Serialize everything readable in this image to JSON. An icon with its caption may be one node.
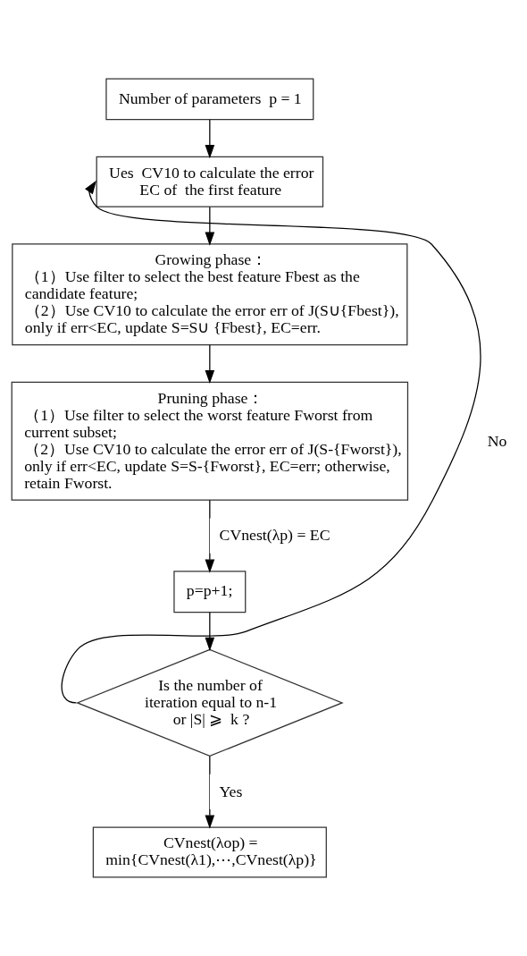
{
  "diagram": {
    "nodes": [
      {
        "text": [
          "Number of parameters  p = 1"
        ]
      },
      {
        "text": [
          "Ues  CV10 to calculate the error EC of  the first feature"
        ]
      },
      {
        "text": [
          "Growing phase：",
          "（1）Use filter to select the best feature Fbest as the candidate feature;",
          "（2）Use CV10 to calculate the error err of J(S∪{Fbest}), only if err<EC, update S=S∪ {Fbest}, EC=err."
        ]
      },
      {
        "text": [
          "Pruning phase：",
          "（1）Use filter to select the worst feature Fworst from current subset;",
          "（2）Use CV10 to calculate the error err of J(S-{Fworst}), only if err<EC, update S=S-{Fworst}, EC=err; otherwise, retain Fworst."
        ]
      },
      {
        "text": [
          "p=p+1;"
        ]
      },
      {
        "text": [
          "Is the number of iteration equal to n-1 or |S| ⩾  k ?"
        ]
      },
      {
        "text": [
          "CVnest(λop) =",
          "min{CVnest(λ1),⋯,CVnest(λp)}"
        ]
      }
    ],
    "edges": [
      {
        "from": 0,
        "to": 1,
        "arrow": "to"
      },
      {
        "from": 1,
        "to": 2,
        "arrow": "to"
      },
      {
        "from": 2,
        "to": 3,
        "arrow": "to"
      },
      {
        "from": 3,
        "to": 4,
        "arrow": "to",
        "label": "CVnest(λp) = EC"
      },
      {
        "from": 4,
        "to": 5,
        "arrow": "to"
      },
      {
        "from": 5,
        "to": 1,
        "arrow": "to",
        "label": "No"
      },
      {
        "from": 5,
        "to": 6,
        "arrow": "to",
        "label": "Yes"
      }
    ]
  }
}
